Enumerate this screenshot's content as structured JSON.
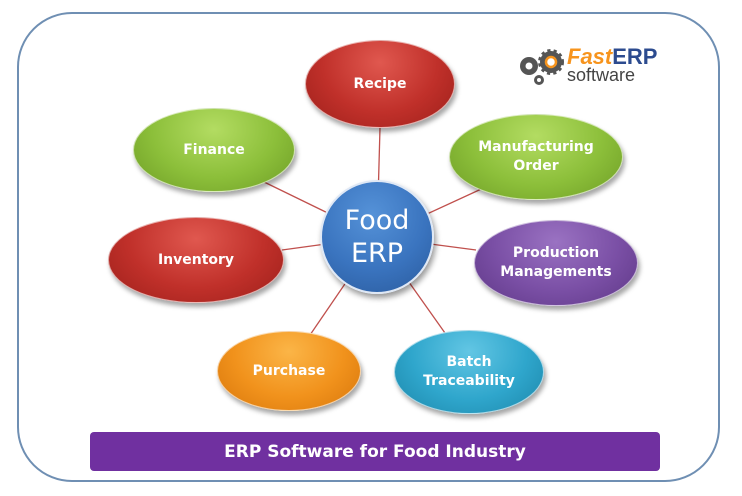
{
  "center": {
    "line1": "Food",
    "line2": "ERP"
  },
  "nodes": {
    "recipe": "Recipe",
    "finance": "Finance",
    "manufacturing_1": "Manufacturing",
    "manufacturing_2": "Order",
    "inventory": "Inventory",
    "production_1": "Production",
    "production_2": "Managements",
    "purchase": "Purchase",
    "batch_1": "Batch",
    "batch_2": "Traceability"
  },
  "banner": "ERP Software for Food Industry",
  "logo": {
    "fast": "Fast",
    "erp": "ERP",
    "software": "software"
  }
}
